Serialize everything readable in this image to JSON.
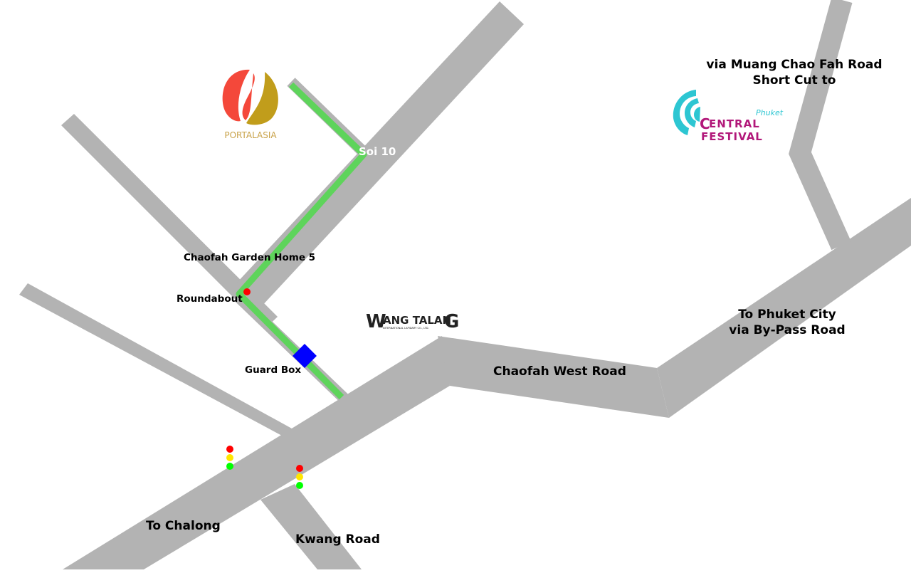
{
  "labels": {
    "soi": "Soi 10",
    "garden_home": "Chaofah Garden Home 5",
    "roundabout": "Roundabout",
    "guard_box": "Guard Box",
    "chaofah_west": "Chaofah West Road",
    "phuket_city_1": "To Phuket City",
    "phuket_city_2": "via By-Pass Road",
    "to_chalong": "To Chalong",
    "kwang_road": "Kwang Road",
    "muang_chao_fah_1": "via Muang Chao Fah Road",
    "muang_chao_fah_2": "Short Cut to"
  },
  "logos": {
    "portalasia": "PORTALASIA",
    "wang_talang_w": "W",
    "wang_talang_mid": "ANG TALAN",
    "wang_talang_g": "G",
    "wang_talang_sub": "INTERNATIONAL LAPIDARY CO., LTD.",
    "central_c": "C",
    "central_rest": "ENTRAL",
    "festival": "FESTIVAL",
    "phuket_script": "Phuket"
  },
  "colors": {
    "road": "#b3b3b3",
    "route": "#5ed45b",
    "guard_box": "#0000ff",
    "light_red": "#ff0000",
    "light_yellow": "#ffe600",
    "light_green": "#00ff00",
    "portal_red": "#f4483a",
    "portal_gold": "#c19d1b",
    "central_cyan": "#2dc6d2",
    "central_magenta": "#b2187a"
  },
  "icons": {
    "roundabout": "red-dot",
    "guard_box": "blue-square",
    "traffic_light": "traffic-light"
  }
}
